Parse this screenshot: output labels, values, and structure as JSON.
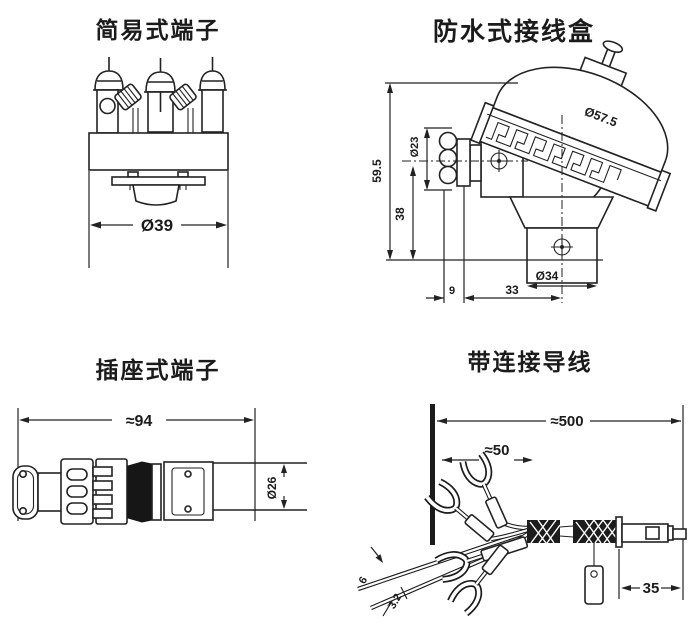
{
  "background": "#ffffff",
  "line_color": "#222222",
  "panels": {
    "simple_terminal": {
      "title": "简易式端子",
      "dims": {
        "d39": "Ø39"
      }
    },
    "waterproof_box": {
      "title": "防水式接线盒",
      "dims": {
        "h595": "59.5",
        "d23": "Ø23",
        "h38": "38",
        "d575": "Ø57.5",
        "d34": "Ø34",
        "w9": "9",
        "w33": "33"
      }
    },
    "socket_terminal": {
      "title": "插座式端子",
      "dims": {
        "l94": "≈94",
        "d26": "Ø26"
      }
    },
    "lead_wires": {
      "title": "带连接导线",
      "dims": {
        "l500": "≈500",
        "l50": "≈50",
        "w35": "35",
        "d6": "6",
        "t32": "3.2"
      }
    }
  }
}
